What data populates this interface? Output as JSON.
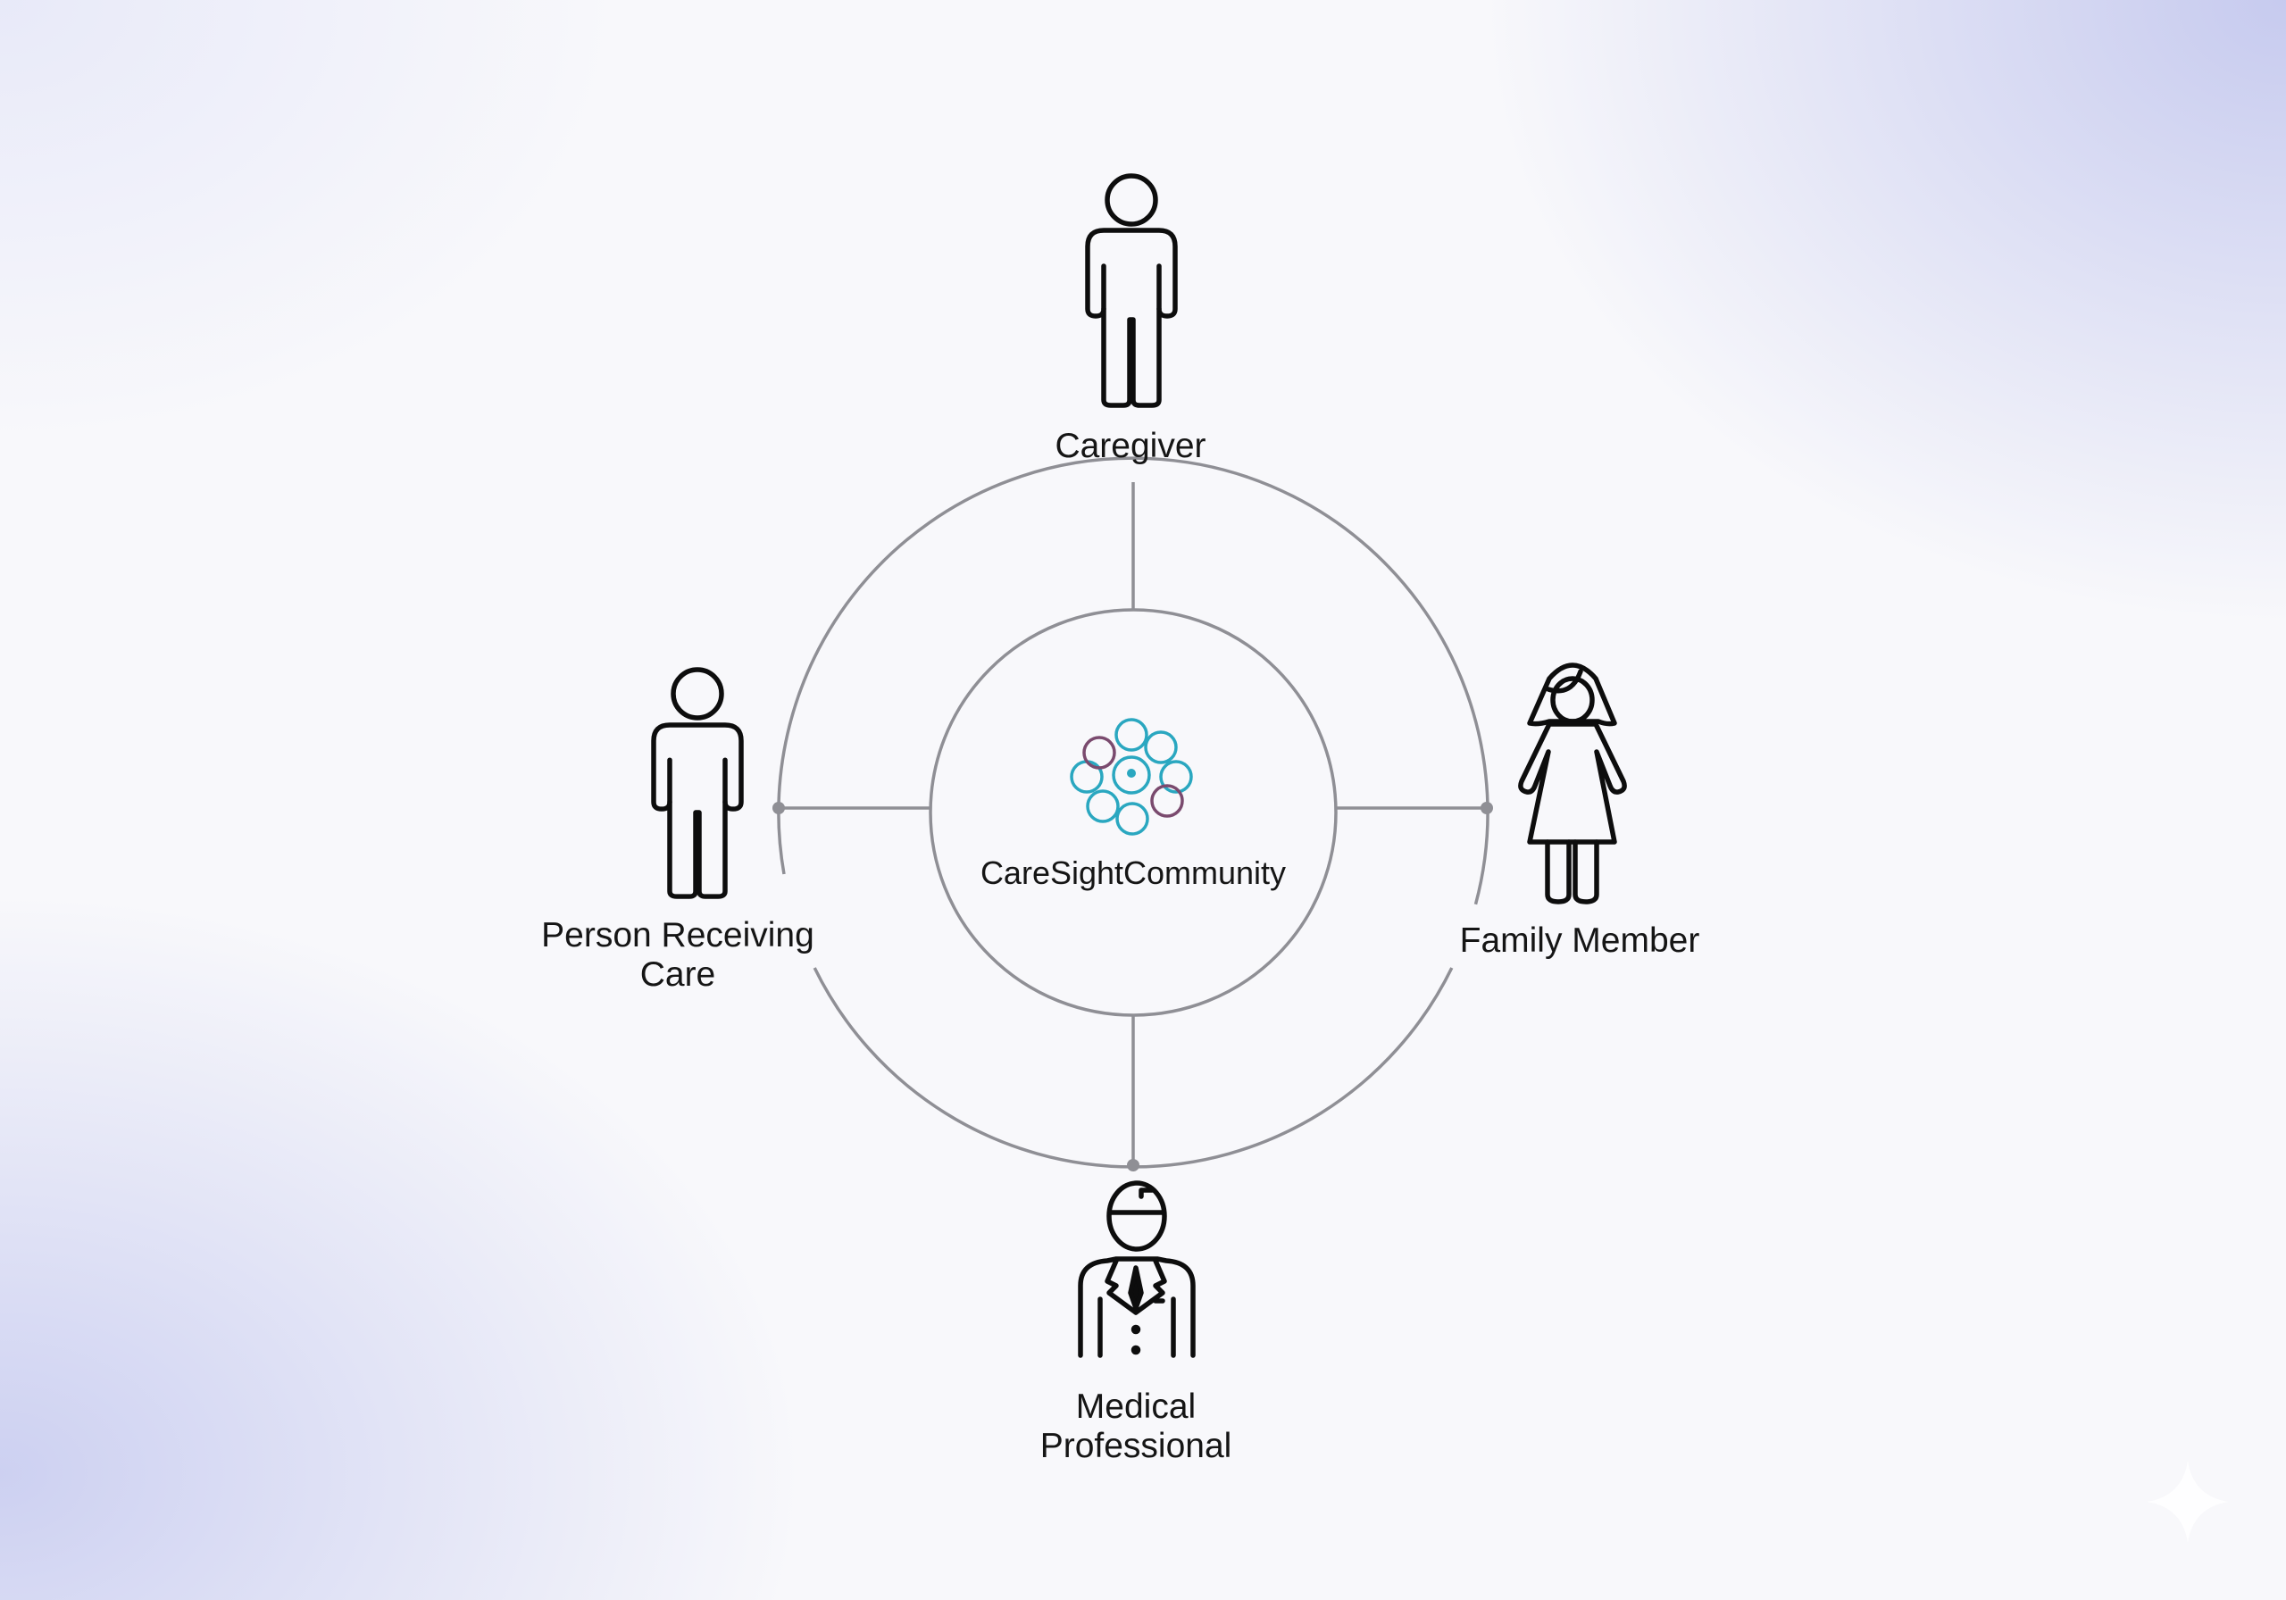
{
  "diagram": {
    "center": {
      "brand": "CareSightCommunity",
      "icon": "community-circles-logo-icon"
    },
    "nodes": [
      {
        "id": "caregiver",
        "label_lines": [
          "Caregiver"
        ],
        "icon": "person-icon"
      },
      {
        "id": "person-receiving-care",
        "label_lines": [
          "Person Receiving",
          "Care"
        ],
        "icon": "person-icon"
      },
      {
        "id": "family-member",
        "label_lines": [
          "Family Member"
        ],
        "icon": "woman-icon"
      },
      {
        "id": "medical-professional",
        "label_lines": [
          "Medical",
          "Professional"
        ],
        "icon": "doctor-icon"
      }
    ]
  },
  "colors": {
    "ring": "#8f8f95",
    "logo_teal": "#2aa7c0",
    "logo_purple": "#7a4a6e"
  }
}
